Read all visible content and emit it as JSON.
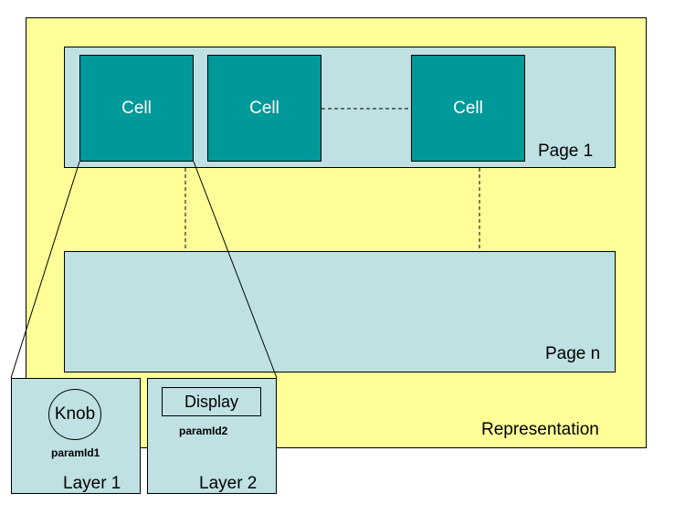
{
  "representation": {
    "label": "Representation"
  },
  "pages": [
    {
      "label": "Page 1"
    },
    {
      "label": "Page n"
    }
  ],
  "cells": [
    {
      "label": "Cell"
    },
    {
      "label": "Cell"
    },
    {
      "label": "Cell"
    }
  ],
  "layers": [
    {
      "label": "Layer 1",
      "widget": "Knob",
      "param": "paramId1"
    },
    {
      "label": "Layer 2",
      "widget": "Display",
      "param": "paramId2"
    }
  ],
  "colors": {
    "representation_fill": "#ffff99",
    "page_fill": "#bfe1e3",
    "cell_fill": "#009999"
  }
}
